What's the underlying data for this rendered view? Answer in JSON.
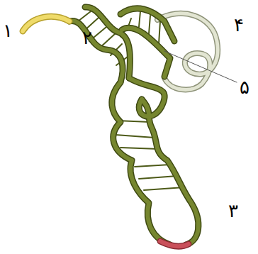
{
  "diagram": {
    "labels": [
      "۱",
      "۲",
      "۴",
      "۵",
      "۳"
    ]
  }
}
